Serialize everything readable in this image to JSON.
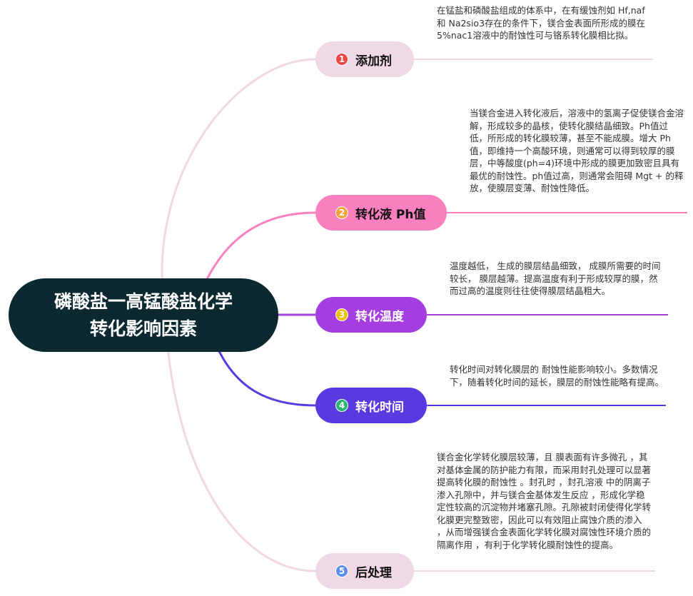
{
  "root": {
    "line1": "磷酸盐一高锰酸盐化学",
    "line2": "转化影响因素"
  },
  "branches": [
    {
      "num": "1",
      "label": "添加剂",
      "color": "#f0d8e4",
      "badge_color": "#f04545",
      "text_color": "#111111",
      "note": "在锰盐和磷酸盐组成的体系中，在有缓蚀剂如 Hf,naf和 Na2sio3存在的条件下，镁合金表面所形成的膜在 5%nac1溶液中的耐蚀性可与铬系转化膜相比拟。"
    },
    {
      "num": "2",
      "label": "转化液 Ph值",
      "color": "#fa7fbf",
      "badge_color": "#f7a23b",
      "text_color": "#111111",
      "note": "当镁合金进入转化液后，溶液中的氢离子促使镁合金溶解，形成较多的晶核，使转化膜结晶细致。Ph值过低，所形成的转化膜较薄，甚至不能成膜。增大 Ph值，即维持一个高酸环境，则通常可以得到较厚的膜层，中等酸度(ph=4)环境中形成的膜更加致密且具有最优的耐蚀性。ph值过高，则通常会阻碍 Mgt + 的释放，使膜层变薄、耐蚀性降低。"
    },
    {
      "num": "3",
      "label": "转化温度",
      "color": "#a53ee0",
      "badge_color": "#f0c000",
      "text_color": "#ffffff",
      "note": "温度越低， 生成的膜层结晶细致， 成膜所需要的时间较长， 膜层越薄。提高温度有利于形成较厚的膜，然而过高的温度则往往使得膜层结晶粗大。"
    },
    {
      "num": "4",
      "label": "转化时间",
      "color": "#5a3ae0",
      "badge_color": "#2bb673",
      "text_color": "#ffffff",
      "note": "转化时间对转化膜层的 耐蚀性能影响较小。多数情况下，随着转化时间的延长，膜层的耐蚀性能略有提高。"
    },
    {
      "num": "5",
      "label": "后处理",
      "color": "#f0d8e4",
      "badge_color": "#5b8def",
      "text_color": "#111111",
      "note": "镁合金化学转化膜层较薄，且 膜表面有许多微孔 ，其对基体金属的防护能力有限，而采用封孔处理可以显著提高转化膜的耐蚀性 。封孔时 ，封孔溶液 中的阴离子渗入孔隙中，并与镁合金基体发生反应 ，形成化学稳定性较高的沉淀物并堵塞孔隙。孔隙被封闭使得化学转化膜更完整致密，因此可以有效阻止腐蚀介质的渗入 ，从而增强镁合金表面化学转化膜对腐蚀性环境介质的隔离作用 ，有利于化学转化膜耐蚀性的提高。"
    }
  ]
}
